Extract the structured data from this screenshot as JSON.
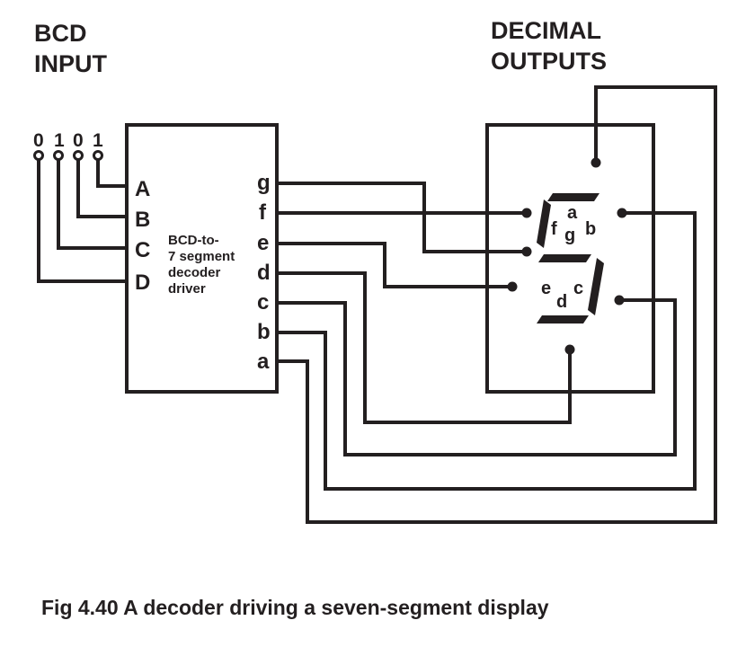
{
  "diagram": {
    "bcd_heading": [
      "BCD",
      "INPUT"
    ],
    "decimal_heading": [
      "DECIMAL",
      "OUTPUTS"
    ],
    "input_bits": [
      "0",
      "1",
      "0",
      "1"
    ],
    "decoder": {
      "inputs": [
        "A",
        "B",
        "C",
        "D"
      ],
      "label_lines": [
        "BCD-to-",
        "7 segment",
        "decoder",
        "driver"
      ],
      "outputs": [
        "g",
        "f",
        "e",
        "d",
        "c",
        "b",
        "a"
      ]
    },
    "display": {
      "segment_labels": {
        "a": "a",
        "b": "b",
        "c": "c",
        "d": "d",
        "e": "e",
        "f": "f",
        "g": "g"
      }
    },
    "caption": "Fig 4.40 A decoder driving a seven-segment display"
  }
}
